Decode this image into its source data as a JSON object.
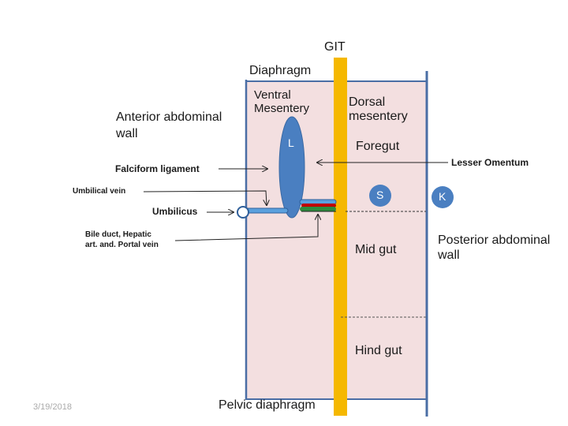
{
  "labels": {
    "git": "GIT",
    "diaphragm": "Diaphragm",
    "ventral_mesentery": [
      "Ventral",
      "Mesentery"
    ],
    "dorsal_mesentery": [
      "Dorsal",
      "mesentery"
    ],
    "anterior_wall": [
      "Anterior abdominal",
      "wall"
    ],
    "foregut": "Foregut",
    "falciform": "Falciform ligament",
    "lesser_omentum": "Lesser Omentum",
    "liver": "L",
    "stomach": "S",
    "kidney": "K",
    "umbilical_vein": "Umbilical vein",
    "umbilicus": "Umbilicus",
    "bile_duct": [
      "Bile duct, Hepatic",
      "art. and. Portal vein"
    ],
    "posterior_wall": [
      "Posterior abdominal",
      "wall"
    ],
    "mid_gut": "Mid gut",
    "hind_gut": "Hind gut",
    "pelvic_diaphragm": "Pelvic diaphragm",
    "date": "3/19/2018"
  },
  "colors": {
    "cavity": "#f3dfe0",
    "gut_tube": "#f5b800",
    "wall_line": "#4a6ea5",
    "organ": "#4a7fc1",
    "umbilical_vein": "#5aa0dd",
    "red_vessel": "#c00000",
    "green_vessel": "#2e8b3d"
  }
}
